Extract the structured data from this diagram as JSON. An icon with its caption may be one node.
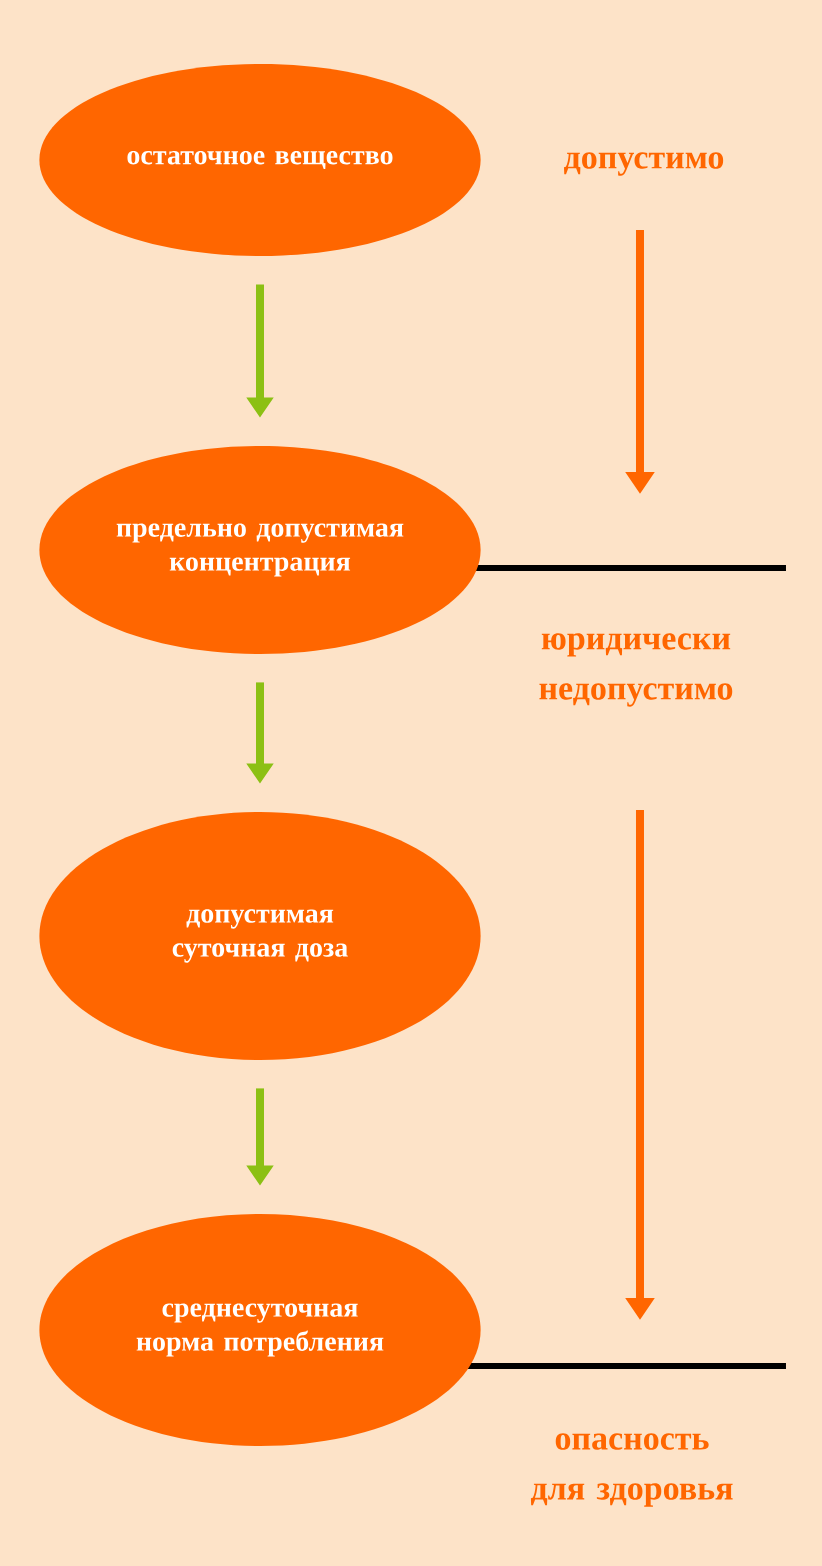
{
  "diagram": {
    "nodes": [
      {
        "text": [
          "остаточное вещество"
        ]
      },
      {
        "text": [
          "предельно допустимая концентрация"
        ]
      },
      {
        "text": [
          "допустимая суточная доза"
        ]
      },
      {
        "text": [
          "среднесуточная норма потребления"
        ]
      }
    ],
    "edges": [
      {
        "from": 0,
        "to": 1,
        "arrow": "to"
      },
      {
        "from": 1,
        "to": 2,
        "arrow": "to"
      },
      {
        "from": 2,
        "to": 3,
        "arrow": "to"
      }
    ],
    "labels": [
      "допустимо",
      "юридически недопустимо",
      "опасность для здоровья"
    ]
  }
}
